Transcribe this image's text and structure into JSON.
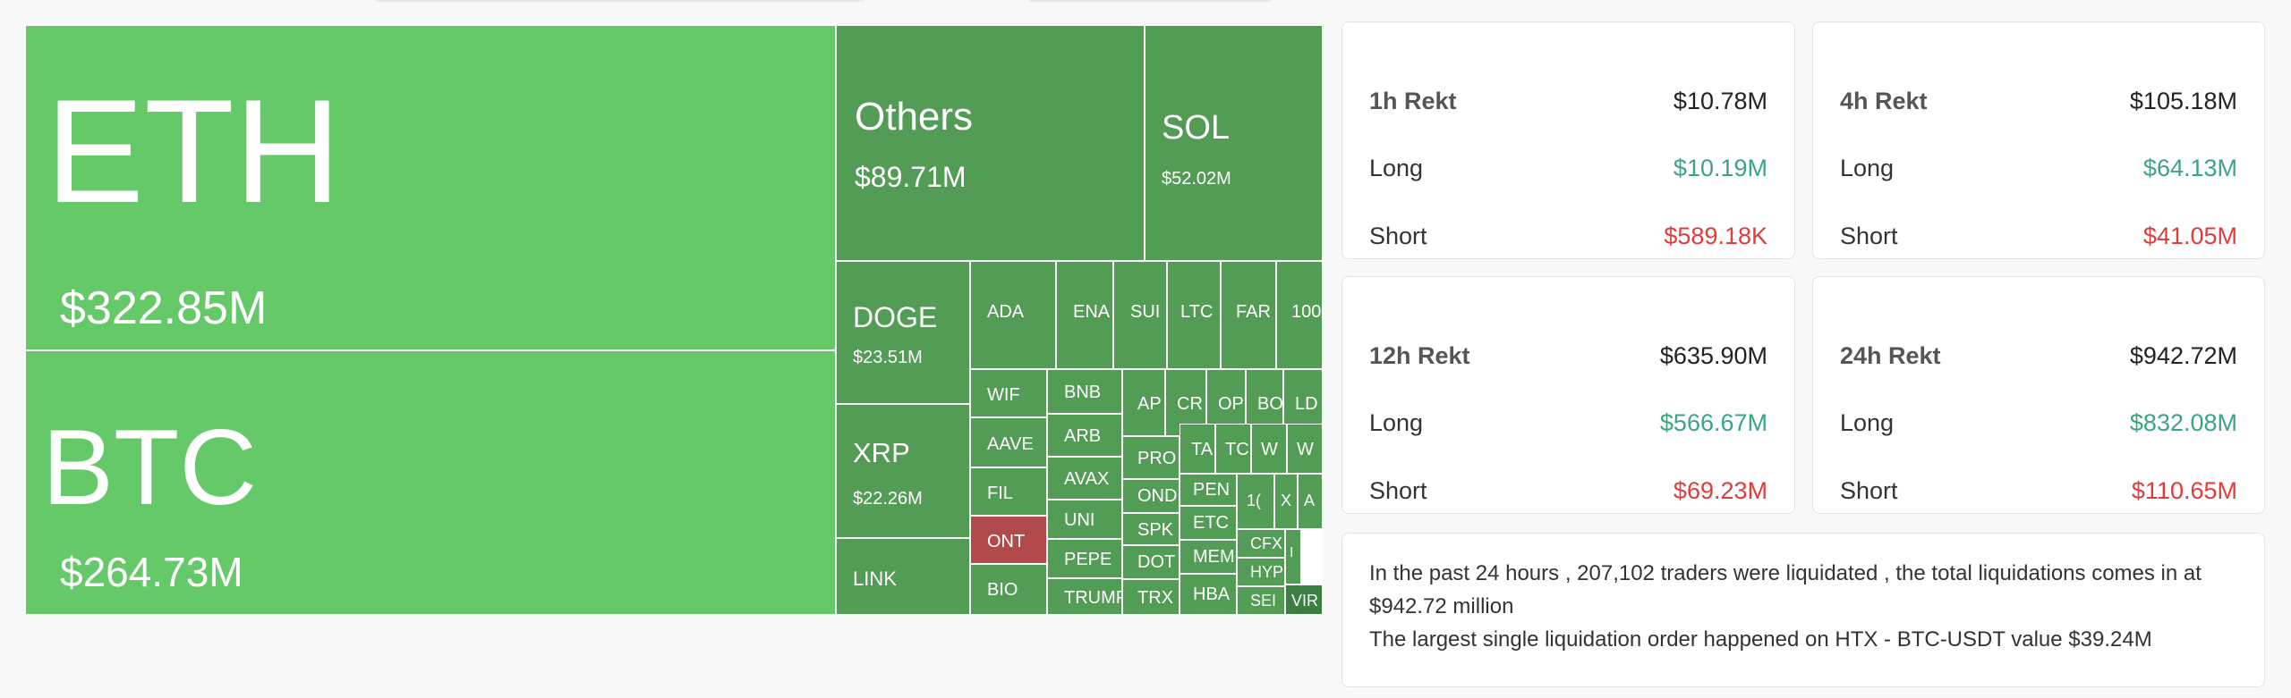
{
  "treemap": {
    "cells": [
      {
        "id": "ETH",
        "symbol": "ETH",
        "value": "$322.85M",
        "color": "#66c969"
      },
      {
        "id": "BTC",
        "symbol": "BTC",
        "value": "$264.73M",
        "color": "#66c969"
      },
      {
        "id": "Others",
        "symbol": "Others",
        "value": "$89.71M",
        "color": "#539c56"
      },
      {
        "id": "SOL",
        "symbol": "SOL",
        "value": "$52.02M",
        "color": "#539c56"
      },
      {
        "id": "DOGE",
        "symbol": "DOGE",
        "value": "$23.51M",
        "color": "#539c56"
      },
      {
        "id": "XRP",
        "symbol": "XRP",
        "value": "$22.26M",
        "color": "#539c56"
      },
      {
        "id": "LINK",
        "symbol": "LINK",
        "color": "#539c56"
      },
      {
        "id": "ADA",
        "symbol": "ADA",
        "color": "#539c56"
      },
      {
        "id": "ENA",
        "symbol": "ENA",
        "color": "#539c56"
      },
      {
        "id": "SUI",
        "symbol": "SUI",
        "color": "#539c56"
      },
      {
        "id": "LTC",
        "symbol": "LTC",
        "color": "#539c56"
      },
      {
        "id": "FAR",
        "symbol": "FAR",
        "color": "#539c56"
      },
      {
        "id": "100",
        "symbol": "100",
        "color": "#539c56"
      },
      {
        "id": "WIF",
        "symbol": "WIF",
        "color": "#539c56"
      },
      {
        "id": "AAVE",
        "symbol": "AAVE",
        "color": "#539c56"
      },
      {
        "id": "FIL",
        "symbol": "FIL",
        "color": "#539c56"
      },
      {
        "id": "ONT",
        "symbol": "ONT",
        "color": "#b14a4a"
      },
      {
        "id": "BIO",
        "symbol": "BIO",
        "color": "#539c56"
      },
      {
        "id": "BNB",
        "symbol": "BNB",
        "color": "#539c56"
      },
      {
        "id": "ARB",
        "symbol": "ARB",
        "color": "#539c56"
      },
      {
        "id": "AVAX",
        "symbol": "AVAX",
        "color": "#539c56"
      },
      {
        "id": "UNI",
        "symbol": "UNI",
        "color": "#539c56"
      },
      {
        "id": "PEPE",
        "symbol": "PEPE",
        "color": "#539c56"
      },
      {
        "id": "TRUMP",
        "symbol": "TRUMP",
        "color": "#539c56"
      },
      {
        "id": "AP",
        "symbol": "AP",
        "color": "#539c56"
      },
      {
        "id": "CR",
        "symbol": "CR",
        "color": "#539c56"
      },
      {
        "id": "OP",
        "symbol": "OP",
        "color": "#539c56"
      },
      {
        "id": "BO",
        "symbol": "BO",
        "color": "#539c56"
      },
      {
        "id": "LD",
        "symbol": "LD",
        "color": "#539c56"
      },
      {
        "id": "PRO",
        "symbol": "PRO",
        "color": "#539c56"
      },
      {
        "id": "OND",
        "symbol": "OND",
        "color": "#539c56"
      },
      {
        "id": "SPK",
        "symbol": "SPK",
        "color": "#539c56"
      },
      {
        "id": "DOT",
        "symbol": "DOT",
        "color": "#539c56"
      },
      {
        "id": "TRX",
        "symbol": "TRX",
        "color": "#539c56"
      },
      {
        "id": "TA",
        "symbol": "TA",
        "color": "#539c56"
      },
      {
        "id": "TC",
        "symbol": "TC",
        "color": "#539c56"
      },
      {
        "id": "W1",
        "symbol": "W",
        "color": "#539c56"
      },
      {
        "id": "W2",
        "symbol": "W",
        "color": "#539c56"
      },
      {
        "id": "PEN",
        "symbol": "PEN",
        "color": "#539c56"
      },
      {
        "id": "1C",
        "symbol": "1(",
        "color": "#539c56"
      },
      {
        "id": "X",
        "symbol": "X",
        "color": "#539c56"
      },
      {
        "id": "A",
        "symbol": "A",
        "color": "#539c56"
      },
      {
        "id": "ETC",
        "symbol": "ETC",
        "color": "#539c56"
      },
      {
        "id": "MEM",
        "symbol": "MEM",
        "color": "#539c56"
      },
      {
        "id": "HBA",
        "symbol": "HBA",
        "color": "#539c56"
      },
      {
        "id": "CFX",
        "symbol": "CFX",
        "color": "#539c56"
      },
      {
        "id": "I",
        "symbol": "I",
        "color": "#539c56"
      },
      {
        "id": "HYP",
        "symbol": "HYP",
        "color": "#539c56"
      },
      {
        "id": "SEI",
        "symbol": "SEI",
        "color": "#539c56"
      },
      {
        "id": "VIR",
        "symbol": "VIR",
        "color": "#3d7f43"
      }
    ]
  },
  "cards": [
    {
      "title": "1h Rekt",
      "total": "$10.78M",
      "long_label": "Long",
      "long": "$10.19M",
      "short_label": "Short",
      "short": "$589.18K"
    },
    {
      "title": "4h Rekt",
      "total": "$105.18M",
      "long_label": "Long",
      "long": "$64.13M",
      "short_label": "Short",
      "short": "$41.05M"
    },
    {
      "title": "12h Rekt",
      "total": "$635.90M",
      "long_label": "Long",
      "long": "$566.67M",
      "short_label": "Short",
      "short": "$69.23M"
    },
    {
      "title": "24h Rekt",
      "total": "$942.72M",
      "long_label": "Long",
      "long": "$832.08M",
      "short_label": "Short",
      "short": "$110.65M"
    }
  ],
  "summary": {
    "line1": "In the past 24 hours , 207,102 traders were liquidated , the total liquidations comes in at $942.72 million",
    "line2": "The largest single liquidation order happened on HTX - BTC-USDT value $39.24M"
  },
  "colors": {
    "green": "#3aa583",
    "red": "#e03c3c"
  }
}
